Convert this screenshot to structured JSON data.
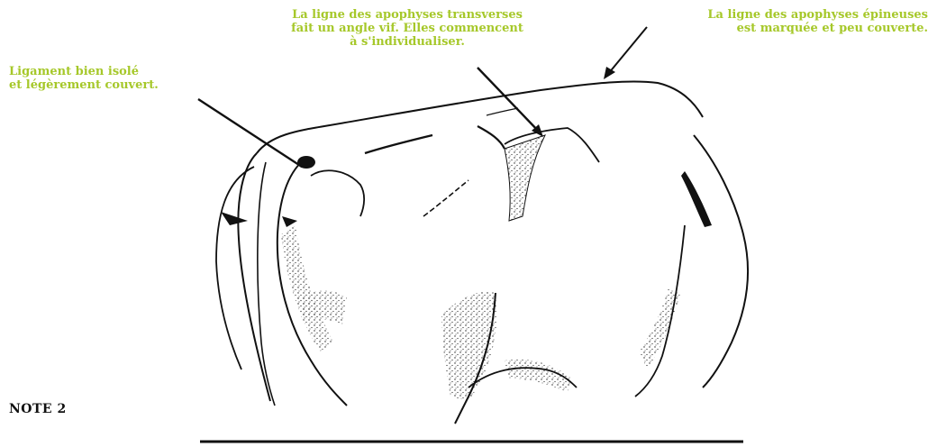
{
  "labels": {
    "ligament": "Ligament bien isolé\net légèrement couvert.",
    "transverse": "La ligne des apophyses transverses\nfait un angle vif. Elles commencent\nà s'individualiser.",
    "spinous": "La ligne des apophyses épineuses\nest marquée et peu couverte."
  },
  "note": "NOTE 2",
  "colors": {
    "label_text": "#a6c82a",
    "ink": "#111111",
    "note_text": "#111111"
  }
}
